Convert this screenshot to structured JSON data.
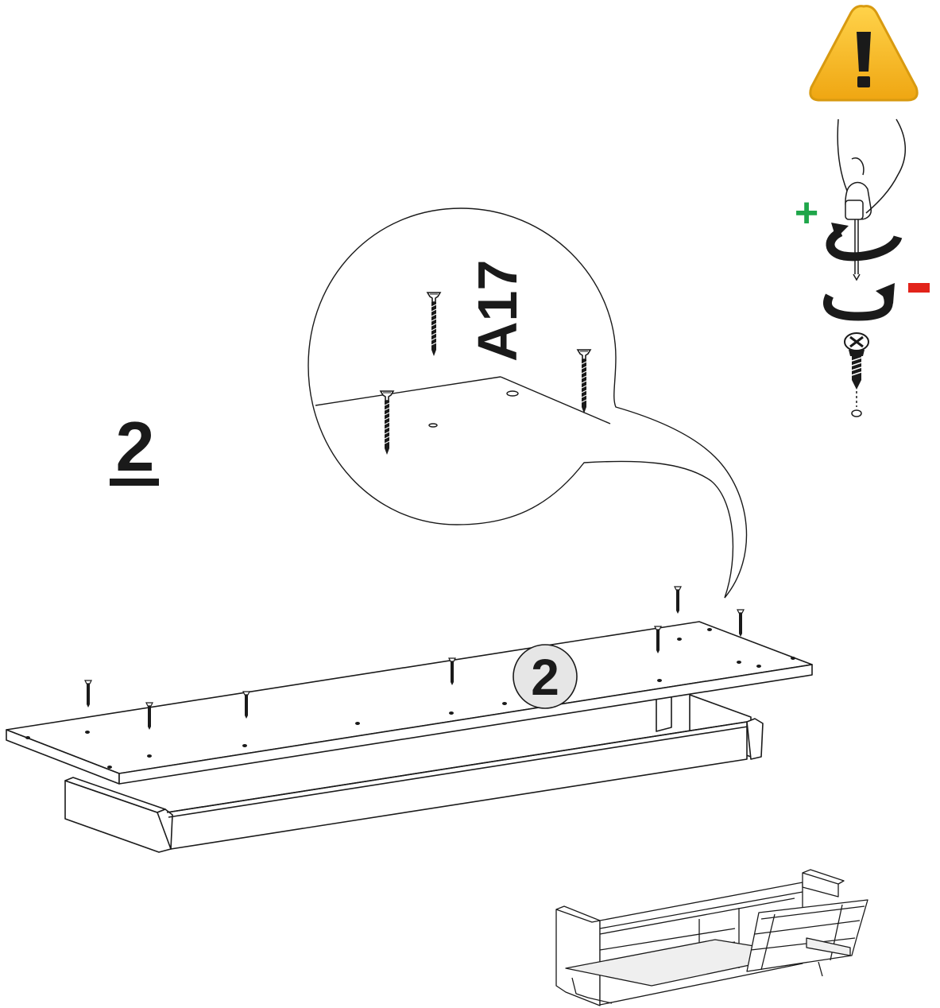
{
  "step": {
    "number": "2"
  },
  "zoom": {
    "part_code": "A17"
  },
  "panel_badge": {
    "number": "2"
  },
  "screw_direction": {
    "tighten_sign": "+",
    "loosen_sign": "-"
  },
  "colors": {
    "warning_fill": "#F2B51C",
    "warning_edge": "#D89A10",
    "plus_green": "#1FA64A",
    "minus_red": "#E2231A",
    "badge_fill": "#E6E6E6",
    "line": "#1A1A1A"
  },
  "icons": [
    "warning-icon",
    "screwdriver-hand-icon",
    "rotate-clockwise-icon",
    "rotate-counterclockwise-icon",
    "screw-icon"
  ]
}
